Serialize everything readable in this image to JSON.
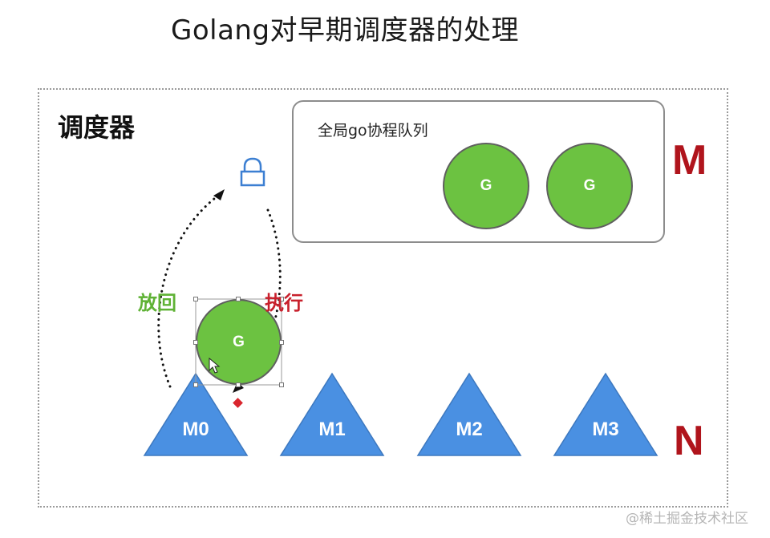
{
  "title": "Golang对早期调度器的处理",
  "scheduler_label": "调度器",
  "global_queue": {
    "label": "全局go协程队列",
    "goroutines": [
      "G",
      "G"
    ]
  },
  "running_goroutine": "G",
  "arrows": {
    "return_label": "放回",
    "execute_label": "执行"
  },
  "threads": [
    "M0",
    "M1",
    "M2",
    "M3"
  ],
  "letters": {
    "m": "M",
    "n": "N"
  },
  "watermark": "@稀土掘金技术社区",
  "colors": {
    "goroutine_green": "#6cc241",
    "thread_blue": "#4a90e2",
    "return_green": "#5fb235",
    "execute_red": "#c8202c",
    "letter_red": "#b0141c",
    "lock_blue": "#3c7fd2"
  },
  "icons": {
    "lock": "lock-icon",
    "cursor": "mouse-pointer-icon",
    "marker": "red-diamond-icon"
  }
}
